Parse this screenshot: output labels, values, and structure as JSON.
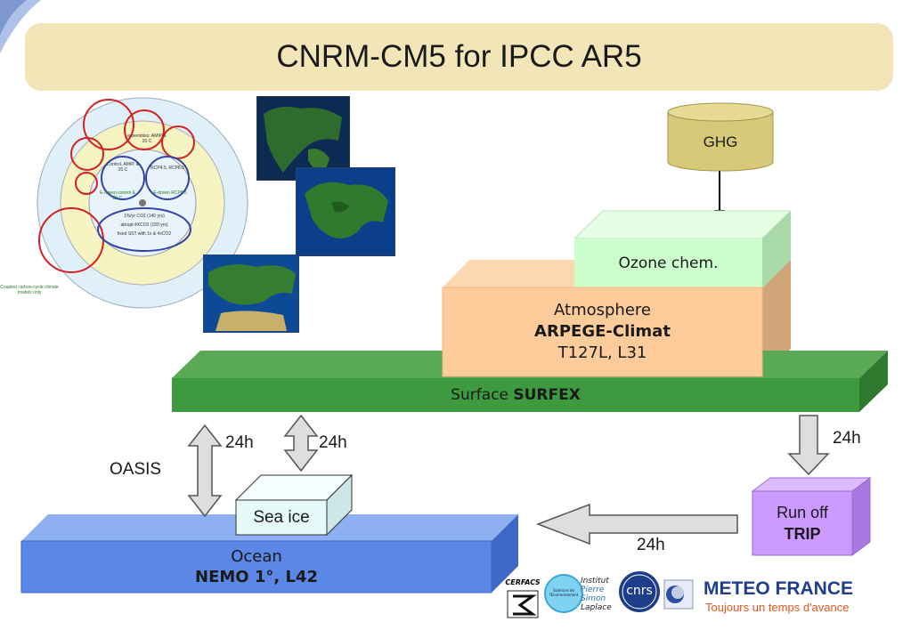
{
  "title": "CNRM-CM5 for IPCC AR5",
  "ghg": {
    "label": "GHG"
  },
  "ozone": {
    "label": "Ozone chem."
  },
  "atmosphere": {
    "line1": "Atmosphere",
    "line2": "ARPEGE-Climat",
    "line3": "T127L, L31"
  },
  "surface": {
    "prefix": "Surface ",
    "name": "SURFEX"
  },
  "runoff": {
    "line1": "Run off",
    "line2": "TRIP"
  },
  "sea_ice": {
    "label": "Sea ice"
  },
  "ocean": {
    "line1": "Ocean",
    "line2": "NEMO 1°, L42"
  },
  "coupler": {
    "label": "OASIS"
  },
  "exchange": {
    "ocean_atmos": "24h",
    "seaice_atmos": "24h",
    "surface_runoff": "24h",
    "runoff_ocean": "24h"
  },
  "cmip_diagram": {
    "ensembles": "ensembles: AMIP & 20 C",
    "control": "Control, AMIP, & 20 C",
    "rcp": "RCP4.5, RCP8.5",
    "e_driven_control": "E-driven control & 20 C",
    "e_driven_rcp": "E-driven RCP8.5",
    "co2_1": "1%/yr CO2 (140 yrs)",
    "co2_2": "abrupt 4XCO2 (150 yrs)",
    "co2_3": "fixed SST with 1x & 4xCO2",
    "caption": "Coupled carbon-cycle climate models only"
  },
  "logos": {
    "cerfacs": "CERFACS",
    "sciences": "Sciences de l'Environnement",
    "ipsl_1": "Institut",
    "ipsl_2": "Pierre",
    "ipsl_3": "Simon",
    "ipsl_4": "Laplace",
    "cnrs": "cnrs",
    "meteo_title": "METEO FRANCE",
    "meteo_sub": "Toujours un temps d'avance"
  },
  "colors": {
    "title_bg": "#f2e6b8",
    "ghg": "#d8c979",
    "ozone": "#ccffcc",
    "atmosphere": "#fdcc9a",
    "surface": "#3e9a3e",
    "runoff": "#cc99ff",
    "ocean": "#5b87e6",
    "sea_ice": "#e6fafa"
  }
}
